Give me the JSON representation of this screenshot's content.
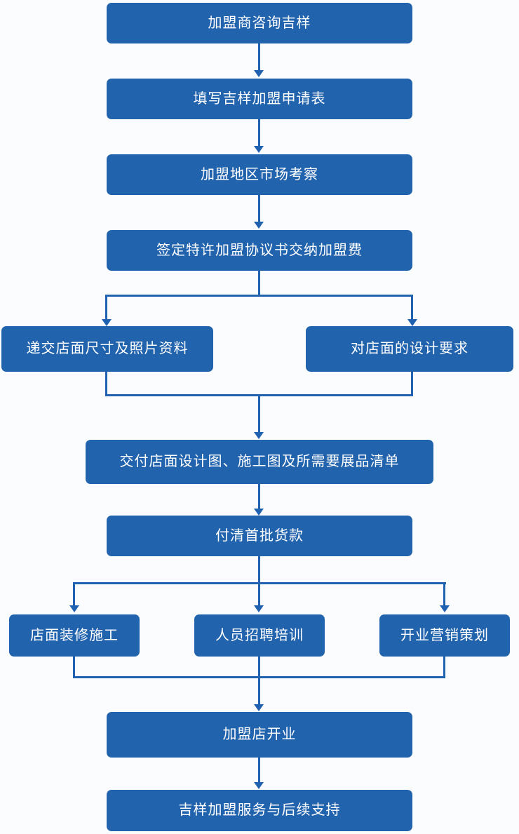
{
  "diagram": {
    "type": "flowchart",
    "direction": "top-down",
    "title": "",
    "nodes": [
      {
        "id": "n1",
        "label": "加盟商咨询吉样"
      },
      {
        "id": "n2",
        "label": "填写吉样加盟申请表"
      },
      {
        "id": "n3",
        "label": "加盟地区市场考察"
      },
      {
        "id": "n4",
        "label": "签定特许加盟协议书交纳加盟费"
      },
      {
        "id": "n5",
        "label": "递交店面尺寸及照片资料"
      },
      {
        "id": "n6",
        "label": "对店面的设计要求"
      },
      {
        "id": "n7",
        "label": "交付店面设计图、施工图及所需要展品清单"
      },
      {
        "id": "n8",
        "label": "付清首批货款"
      },
      {
        "id": "n9",
        "label": "店面装修施工"
      },
      {
        "id": "n10",
        "label": "人员招聘培训"
      },
      {
        "id": "n11",
        "label": "开业营销策划"
      },
      {
        "id": "n12",
        "label": "加盟店开业"
      },
      {
        "id": "n13",
        "label": "吉样加盟服务与后续支持"
      }
    ],
    "edges": [
      {
        "from": "n1",
        "to": "n2"
      },
      {
        "from": "n2",
        "to": "n3"
      },
      {
        "from": "n3",
        "to": "n4"
      },
      {
        "from": "n4",
        "to": "n5"
      },
      {
        "from": "n4",
        "to": "n6"
      },
      {
        "from": "n5",
        "to": "n7"
      },
      {
        "from": "n6",
        "to": "n7"
      },
      {
        "from": "n7",
        "to": "n8"
      },
      {
        "from": "n8",
        "to": "n9"
      },
      {
        "from": "n8",
        "to": "n10"
      },
      {
        "from": "n8",
        "to": "n11"
      },
      {
        "from": "n9",
        "to": "n12"
      },
      {
        "from": "n10",
        "to": "n12"
      },
      {
        "from": "n11",
        "to": "n12"
      },
      {
        "from": "n12",
        "to": "n13"
      }
    ],
    "colors": {
      "node_fill": "#2263AE",
      "node_text": "#FFFFFF",
      "connector": "#2061B0",
      "background": "#FBFCFE"
    }
  }
}
